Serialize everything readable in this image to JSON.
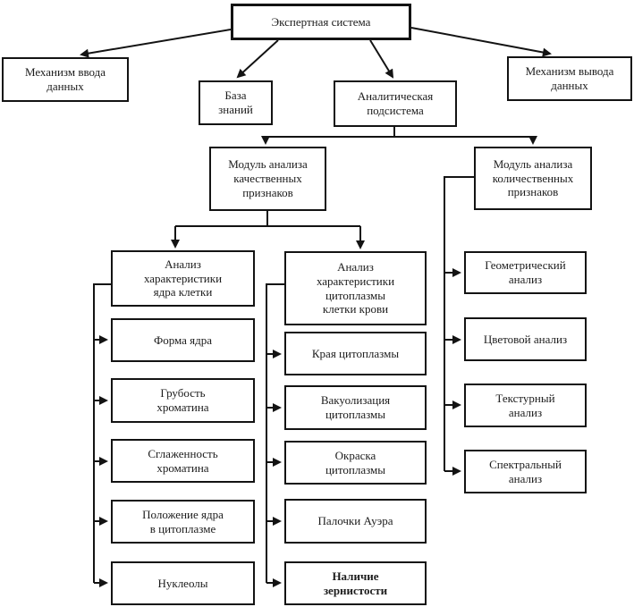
{
  "nodes": {
    "root": "Экспертная система",
    "input_mechanism": "Механизм ввода\nданных",
    "knowledge_base": "База\nзнаний",
    "analytical_subsystem": "Аналитическая\nподсистема",
    "output_mechanism": "Механизм вывода\nданных",
    "qualitative_module": "Модуль анализа\nкачественных\nпризнаков",
    "quantitative_module": "Модуль анализа\nколичественных\nпризнаков",
    "nucleus_header": "Анализ\nхарактеристики\nядра клетки",
    "nucleus_items": [
      "Форма ядра",
      "Грубость\nхроматина",
      "Сглаженность\nхроматина",
      "Положение ядра\nв цитоплазме",
      "Нуклеолы"
    ],
    "cytoplasm_header": "Анализ\nхарактеристики\nцитоплазмы\nклетки крови",
    "cytoplasm_items": [
      "Края цитоплазмы",
      "Вакуолизация\nцитоплазмы",
      "Окраска\nцитоплазмы",
      "Палочки Ауэра",
      "Наличие\nзернистости"
    ],
    "quantitative_items": [
      "Геометрический\nанализ",
      "Цветовой анализ",
      "Текстурный\nанализ",
      "Спектральный\nанализ"
    ]
  },
  "colors": {
    "line": "#131313",
    "box_border": "#131313",
    "text": "#1c1c1c",
    "background": "#ffffff"
  }
}
